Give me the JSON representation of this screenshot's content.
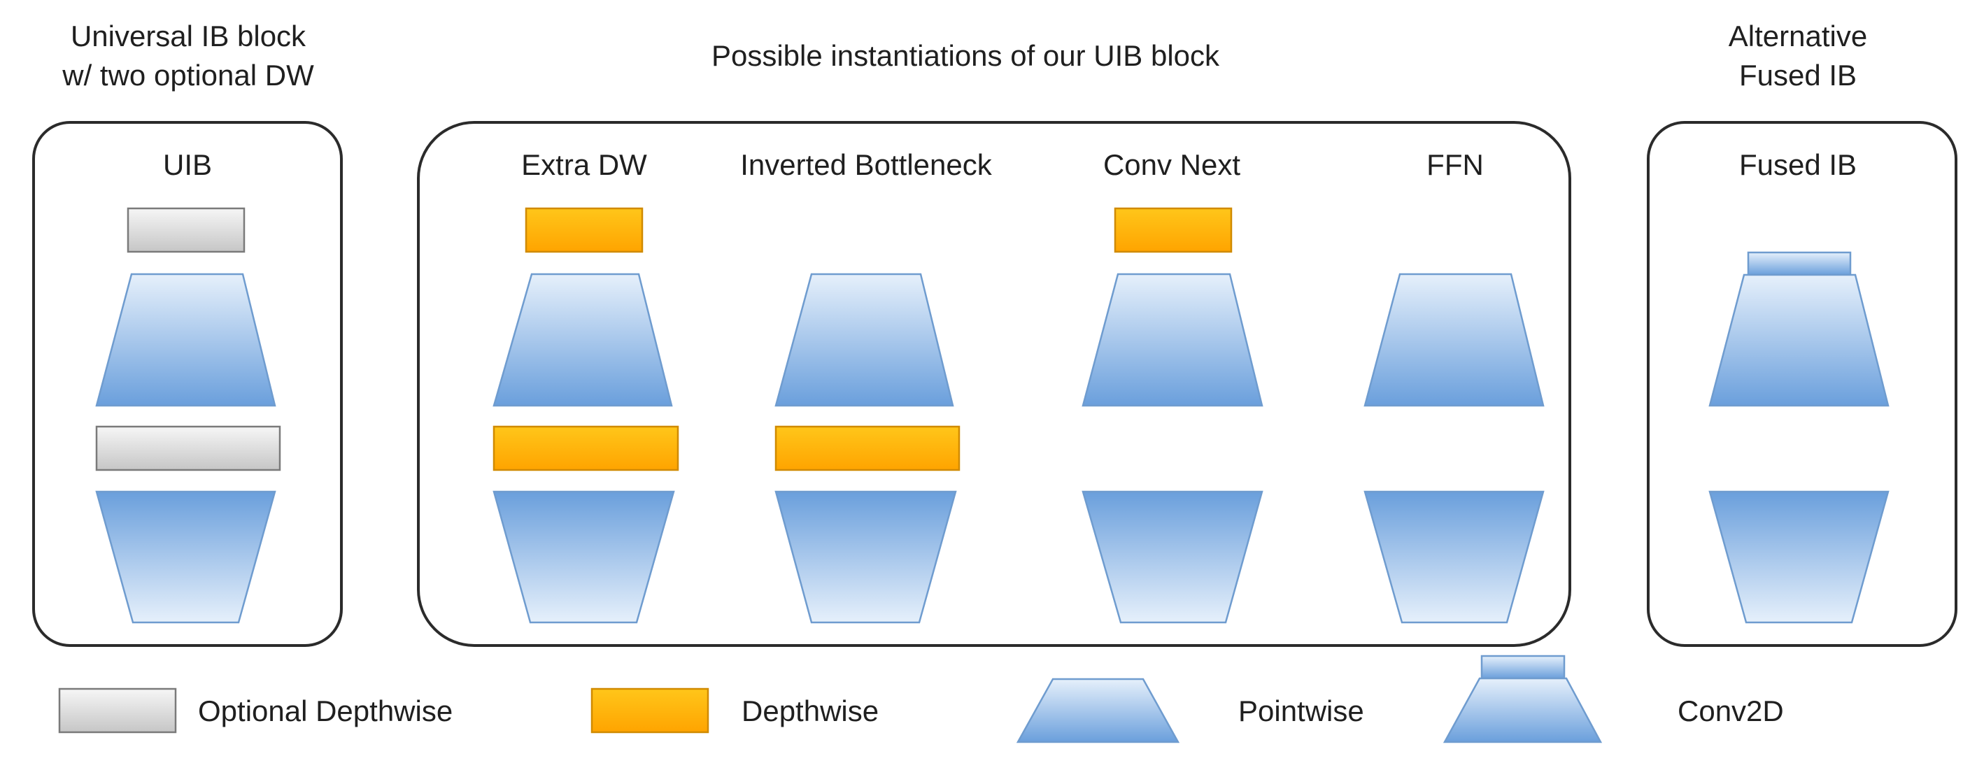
{
  "headers": {
    "left_line1": "Universal IB block",
    "left_line2": "w/ two optional DW",
    "middle": "Possible instantiations of our UIB block",
    "right_line1": "Alternative",
    "right_line2": "Fused IB"
  },
  "columns": {
    "uib": "UIB",
    "extra_dw": "Extra DW",
    "inverted_bottleneck": "Inverted Bottleneck",
    "conv_next": "Conv Next",
    "ffn": "FFN",
    "fused_ib": "Fused IB"
  },
  "legend": {
    "optional_depthwise": "Optional Depthwise",
    "depthwise": "Depthwise",
    "pointwise": "Pointwise",
    "conv2d": "Conv2D"
  },
  "colors": {
    "pointwise_top": "#e6f0fb",
    "pointwise_bottom": "#6a9fdc",
    "depthwise_top": "#ffc61a",
    "depthwise_bottom": "#ffa400",
    "optional_top": "#f6f6f6",
    "optional_bottom": "#c6c6c6"
  }
}
